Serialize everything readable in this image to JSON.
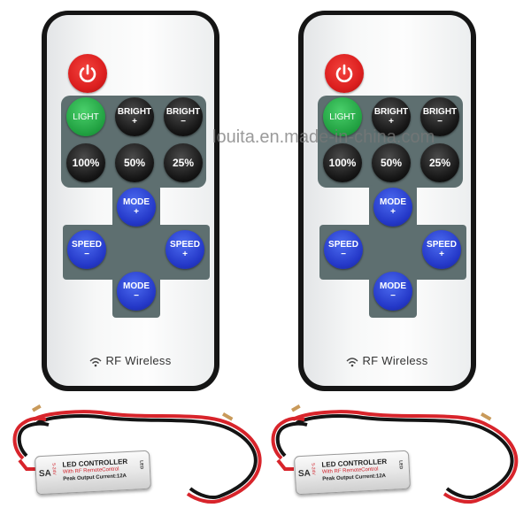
{
  "watermark": "louita.en.made-in-china.com",
  "remotes": [
    {
      "power_label": "",
      "buttons": {
        "light": "LIGHT",
        "bright_up": "BRIGHT",
        "bright_up_sign": "+",
        "bright_down": "BRIGHT",
        "bright_down_sign": "−",
        "p100": "100%",
        "p50": "50%",
        "p25": "25%",
        "mode_up": "MODE",
        "mode_up_sign": "+",
        "speed_left": "SPEED",
        "speed_left_sign": "−",
        "speed_right": "SPEED",
        "speed_right_sign": "+",
        "mode_down": "MODE",
        "mode_down_sign": "−"
      },
      "footer": "RF Wireless"
    },
    {
      "power_label": "",
      "buttons": {
        "light": "LIGHT",
        "bright_up": "BRIGHT",
        "bright_up_sign": "+",
        "bright_down": "BRIGHT",
        "bright_down_sign": "−",
        "p100": "100%",
        "p50": "50%",
        "p25": "25%",
        "mode_up": "MODE",
        "mode_up_sign": "+",
        "speed_left": "SPEED",
        "speed_left_sign": "−",
        "speed_right": "SPEED",
        "speed_right_sign": "+",
        "mode_down": "MODE",
        "mode_down_sign": "−"
      },
      "footer": "RF Wireless"
    }
  ],
  "controllers": [
    {
      "title": "LED CONTROLLER",
      "subtitle": "With RF RemoteControl",
      "output": "Peak Output Current:12A",
      "side_left": "SA",
      "side_voltage": "5-24V",
      "side_right": "LED"
    },
    {
      "title": "LED CONTROLLER",
      "subtitle": "With RF RemoteControl",
      "output": "Peak Output Current:12A",
      "side_left": "SA",
      "side_voltage": "5-24V",
      "side_right": "LED"
    }
  ],
  "colors": {
    "power": "#dc1f1f",
    "light": "#1f9e3f",
    "blue": "#2438c8",
    "pad": "#5e6f70",
    "wire_red": "#d8242b",
    "wire_black": "#141414"
  }
}
